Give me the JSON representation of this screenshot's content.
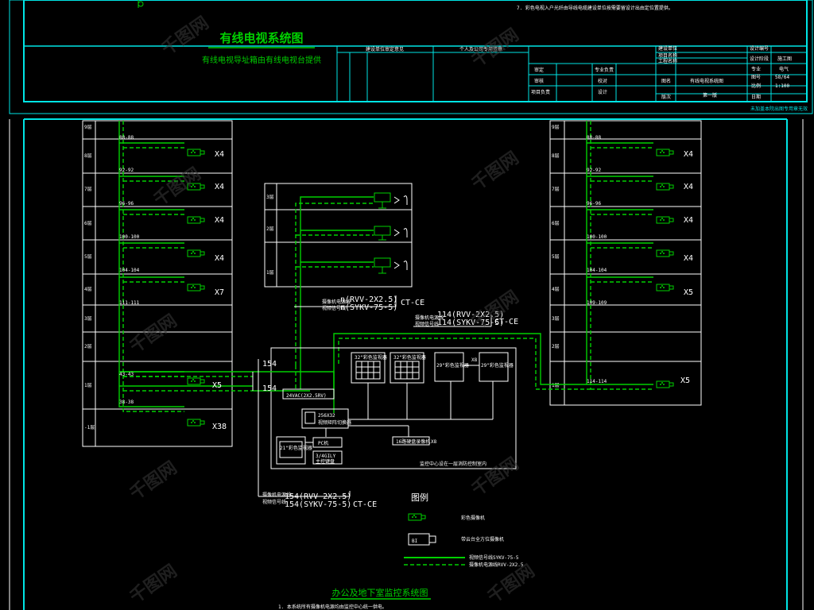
{
  "title_block": {
    "top_note": "7. 彩色电视入户光纤由导线电缆建设单位按需要留设计出由定位置提供。",
    "main_title": "有线电视系统图",
    "sub_title": "有线电视导址箱由有线电视台提供",
    "headers": [
      "建设单位审定意见",
      "个人及公司专用签章"
    ],
    "cells": {
      "review": "审定",
      "check": "审核",
      "project_lead": "项目负责",
      "discipline_lead": "专业负责",
      "proof": "校对",
      "design": "设计",
      "unit": "建设单位",
      "project": "项目名称",
      "subproject": "工程名称",
      "drawing_name_label": "图名",
      "drawing_name": "有线电视系统图",
      "version": "第一版",
      "design_no": "设计编号",
      "stage": "设计阶段",
      "stage_val": "施工图",
      "discipline": "专业",
      "discipline_val": "电气",
      "drawing_no": "图号",
      "drawing_no_val": "58/64",
      "scale": "比例",
      "scale_val": "1:100",
      "date": "日期",
      "edition": "版次"
    },
    "bottom_note": "未加盖本院出图专用章无效"
  },
  "left_riser": {
    "floors": [
      "9层",
      "8层",
      "7层",
      "6层",
      "5层",
      "4层",
      "3层",
      "2层",
      "1层",
      "-1层"
    ],
    "addresses": [
      "88-88",
      "92-92",
      "96-96",
      "100-100",
      "104-104",
      "111-111",
      "43-43",
      "38-38"
    ],
    "quantities": [
      "X4",
      "X4",
      "X4",
      "X4",
      "X7",
      "X5",
      "X38"
    ]
  },
  "right_riser": {
    "floors": [
      "9层",
      "8层",
      "7层",
      "6层",
      "5层",
      "4层",
      "3层",
      "2层",
      "1层"
    ],
    "addresses": [
      "88-88",
      "92-92",
      "96-96",
      "100-100",
      "104-104",
      "109-109",
      "114-114"
    ],
    "quantities": [
      "X4",
      "X4",
      "X4",
      "X4",
      "X5",
      "X5"
    ]
  },
  "center_riser": {
    "floors": [
      "3层",
      "2层",
      "1层"
    ],
    "cable_label_1": "n(RVV-2X2.5)",
    "cable_label_2": "n(SYKV-75-5)",
    "cable_tag_1": "CT-CE",
    "cable_label_3": "114(RVV-2X2.5)",
    "cable_label_4": "114(SYKV-75-5)",
    "cable_tag_2": "CT-CE",
    "small_note_1": "摄像机电源线",
    "small_note_2": "视频信号线"
  },
  "control_room": {
    "in_1": "154",
    "in_2": "154",
    "psu": "24VAC(2X2.5RV)",
    "matrix": "256X32",
    "matrix_sub": "视频矩阵切换器",
    "monitor_grid_1": "32\"彩色监视器",
    "monitor_grid_2": "32\"彩色监视器",
    "monitor_3": "29\"彩色监视器",
    "monitor_4": "29\"彩色监视器",
    "x8_top": "X8",
    "dvr": "16路硬盘录像机",
    "x8_bottom": "X8",
    "pc": "PC机",
    "monitor_21": "21\"彩色监视器",
    "keyboard": "3/4GILY",
    "keyboard_sub": "主控键盘",
    "caption": "监控中心设在一层消防控制室内",
    "cable_label_1": "154(RVV-2X2.5)",
    "cable_label_2": "154(SYKV-75-5)",
    "cable_tag": "CT-CE"
  },
  "legend": {
    "title": "图例",
    "camera": "彩色摄像机",
    "ptz": "带云台全方位摄像机",
    "coax": "视频信号线SYKV-75-5",
    "power": "摄像机电源线RVV-2X2.5"
  },
  "bottom": {
    "title": "办公及地下室监控系统图",
    "note": "1. 本系统所有摄像机电源均由监控中心统一供电。"
  },
  "watermark": "千图网",
  "colors": {
    "frame": "#00e5e5",
    "line": "#ffffff",
    "green": "#00d000",
    "bg": "#000000"
  }
}
